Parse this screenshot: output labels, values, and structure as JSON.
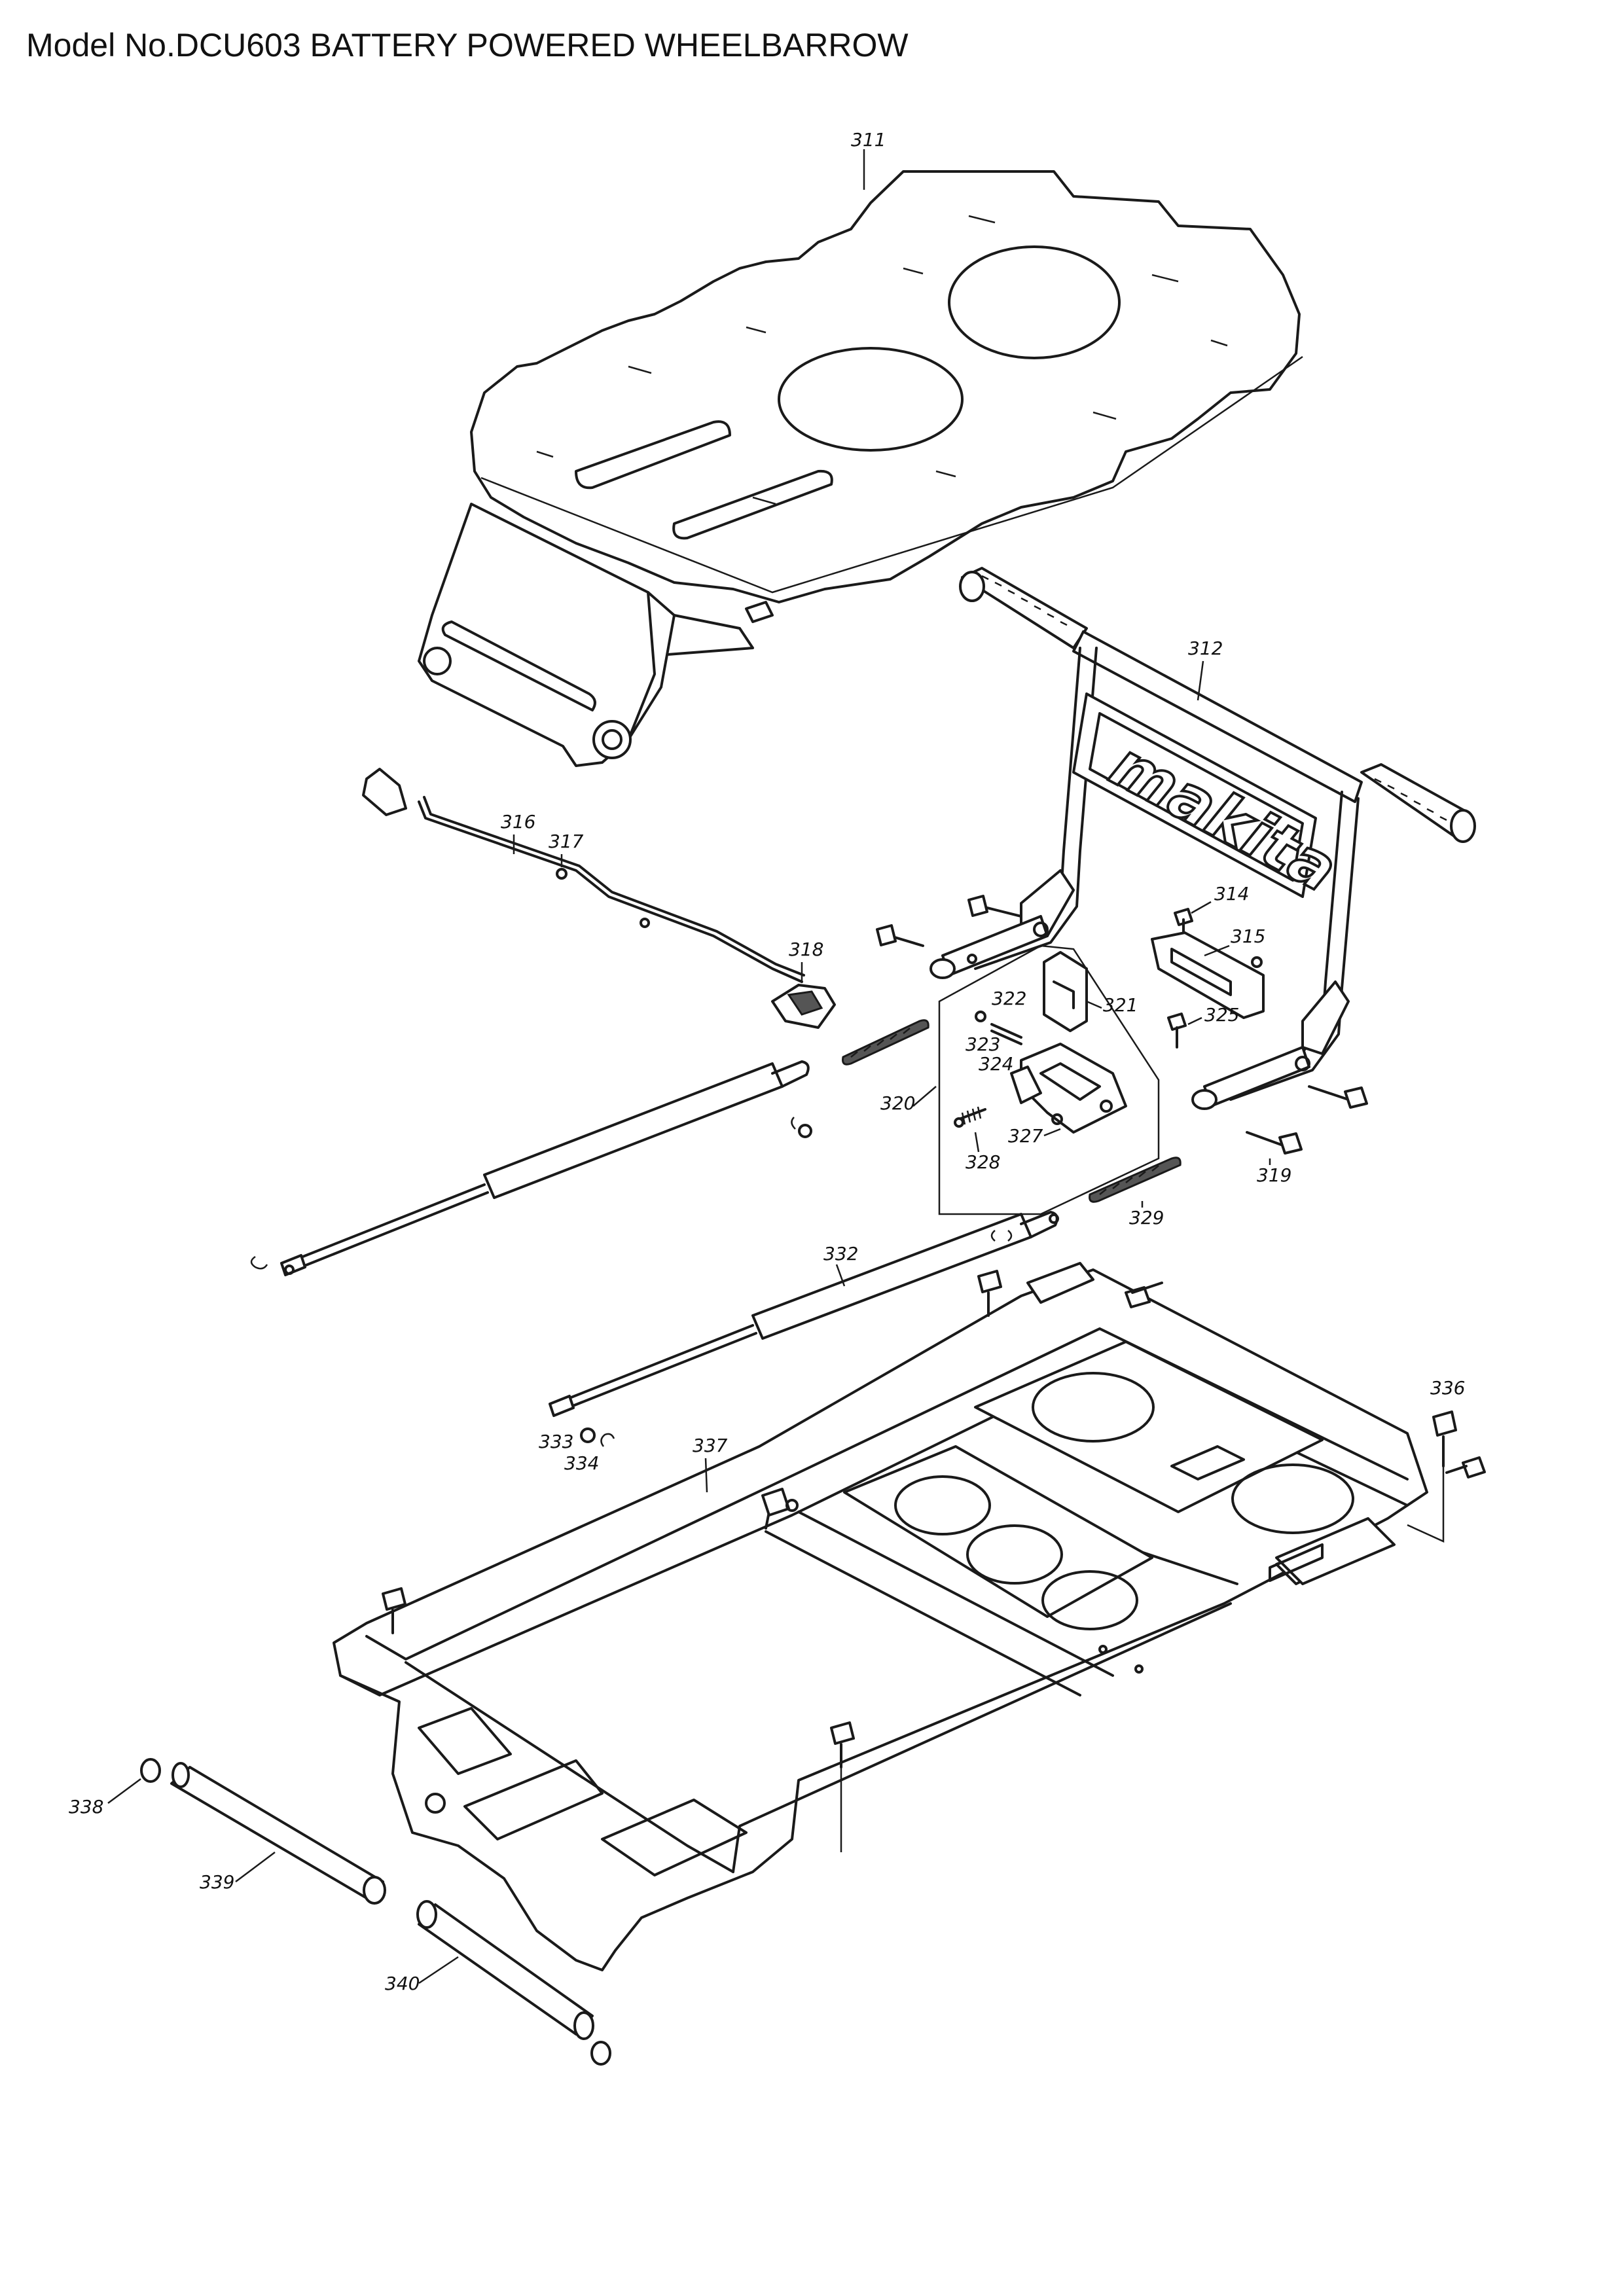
{
  "title": "Model No.DCU603 BATTERY POWERED WHEELBARROW",
  "logo": "makita",
  "callouts": {
    "p311": "311",
    "p312": "312",
    "p314": "314",
    "p315": "315",
    "p316": "316",
    "p317": "317",
    "p318": "318",
    "p319": "319",
    "p320": "320",
    "p321": "321",
    "p322": "322",
    "p323": "323",
    "p324": "324",
    "p325": "325",
    "p327": "327",
    "p328": "328",
    "p329": "329",
    "p332": "332",
    "p333": "333",
    "p334": "334",
    "p336": "336",
    "p337": "337",
    "p338": "338",
    "p339": "339",
    "p340": "340"
  }
}
